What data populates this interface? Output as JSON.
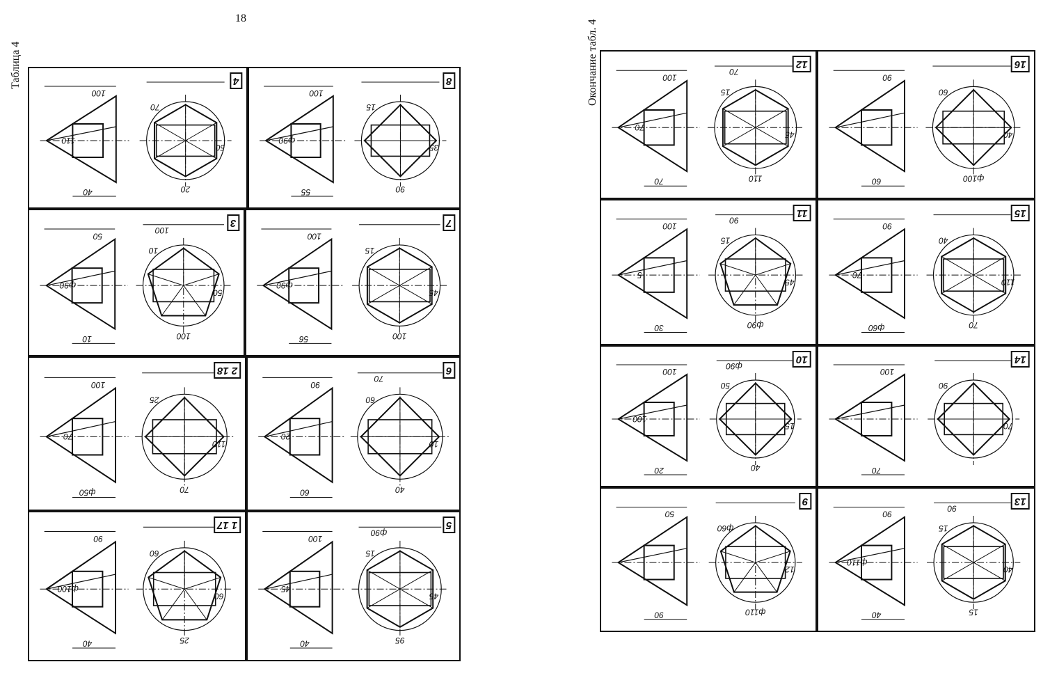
{
  "page": {
    "number": "18",
    "left_caption": "Таблица 4",
    "right_caption": "Окончание табл. 4"
  },
  "cells": [
    {
      "id": "4",
      "dims": [
        "100",
        "40",
        "70",
        "50",
        "20",
        "110"
      ]
    },
    {
      "id": "8",
      "dims": [
        "100",
        "55",
        "15",
        "35",
        "90",
        "ф90"
      ]
    },
    {
      "id": "3",
      "dims": [
        "50",
        "10",
        "10",
        "50",
        "100",
        "ф90",
        "100"
      ]
    },
    {
      "id": "7",
      "dims": [
        "100",
        "56",
        "15",
        "45",
        "100",
        "ф90"
      ]
    },
    {
      "id": "2 18",
      "dims": [
        "100",
        "ф50",
        "25",
        "110",
        "70",
        "70"
      ]
    },
    {
      "id": "6",
      "dims": [
        "90",
        "60",
        "60",
        "10",
        "40",
        "20",
        "70"
      ]
    },
    {
      "id": "1 17",
      "dims": [
        "90",
        "40",
        "60",
        "60",
        "25",
        "ф100"
      ]
    },
    {
      "id": "5",
      "dims": [
        "100",
        "40",
        "15",
        "45",
        "95",
        "45",
        "ф90"
      ]
    },
    {
      "id": "12",
      "dims": [
        "100",
        "70",
        "15",
        "45",
        "110",
        "70",
        "70"
      ]
    },
    {
      "id": "16",
      "dims": [
        "90",
        "60",
        "60",
        "40",
        "ф100"
      ]
    },
    {
      "id": "11",
      "dims": [
        "100",
        "30",
        "15",
        "45",
        "ф90",
        "5",
        "90"
      ]
    },
    {
      "id": "15",
      "dims": [
        "90",
        "ф60",
        "40",
        "110",
        "70",
        "70"
      ]
    },
    {
      "id": "10",
      "dims": [
        "100",
        "20",
        "50",
        "15",
        "40",
        "100",
        "ф90"
      ]
    },
    {
      "id": "14",
      "dims": [
        "100",
        "70",
        "90",
        "70"
      ]
    },
    {
      "id": "9",
      "dims": [
        "50",
        "90",
        "ф60",
        "12",
        "ф110"
      ]
    },
    {
      "id": "13",
      "dims": [
        "90",
        "40",
        "15",
        "40",
        "15",
        "ф110",
        "90"
      ]
    }
  ]
}
